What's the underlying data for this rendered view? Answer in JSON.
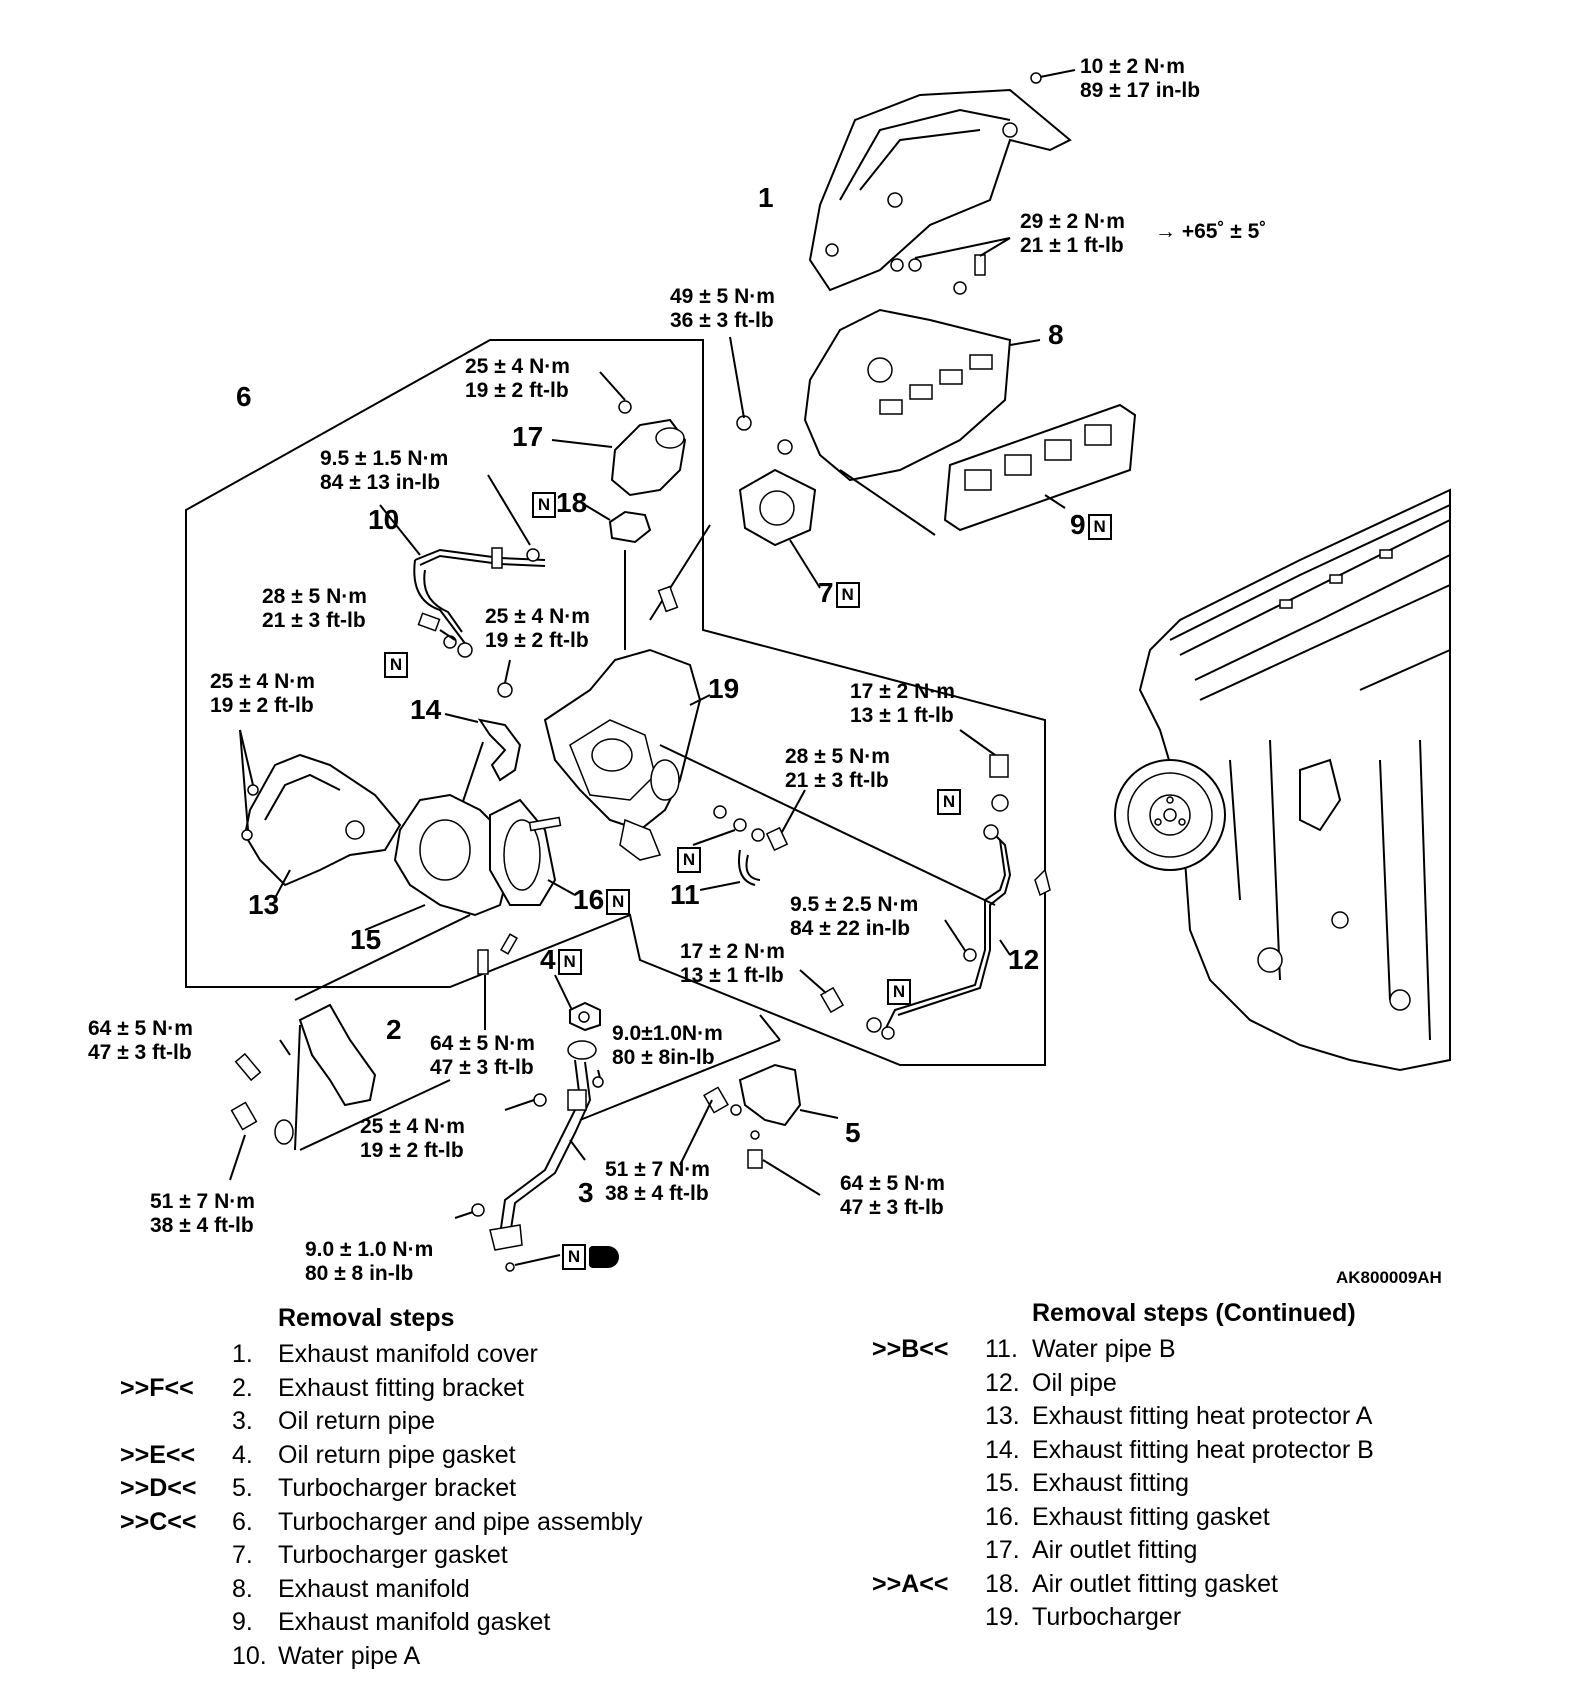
{
  "diagram": {
    "figure_code": "AK800009AH",
    "callouts": [
      {
        "id": "1",
        "label": "1"
      },
      {
        "id": "2",
        "label": "2"
      },
      {
        "id": "3",
        "label": "3"
      },
      {
        "id": "4",
        "label": "4"
      },
      {
        "id": "5",
        "label": "5"
      },
      {
        "id": "6",
        "label": "6"
      },
      {
        "id": "7",
        "label": "7"
      },
      {
        "id": "8",
        "label": "8"
      },
      {
        "id": "9",
        "label": "9"
      },
      {
        "id": "10",
        "label": "10"
      },
      {
        "id": "11",
        "label": "11"
      },
      {
        "id": "12",
        "label": "12"
      },
      {
        "id": "13",
        "label": "13"
      },
      {
        "id": "14",
        "label": "14"
      },
      {
        "id": "15",
        "label": "15"
      },
      {
        "id": "16",
        "label": "16"
      },
      {
        "id": "17",
        "label": "17"
      },
      {
        "id": "18",
        "label": "18"
      },
      {
        "id": "19",
        "label": "19"
      }
    ],
    "new_part_symbol": "N",
    "torque_specs": [
      {
        "metric": "10 ± 2 N·m",
        "imperial": "89 ± 17 in-lb"
      },
      {
        "metric": "29 ± 2 N·m",
        "imperial": "21 ± 1 ft-lb",
        "extra": "→ +65˚ ± 5˚"
      },
      {
        "metric": "49 ± 5 N·m",
        "imperial": "36 ± 3 ft-lb"
      },
      {
        "metric": "25 ± 4 N·m",
        "imperial": "19 ± 2 ft-lb"
      },
      {
        "metric": "9.5 ± 1.5 N·m",
        "imperial": "84 ± 13 in-lb"
      },
      {
        "metric": "28 ± 5 N·m",
        "imperial": "21 ± 3 ft-lb"
      },
      {
        "metric": "25 ± 4 N·m",
        "imperial": "19 ± 2 ft-lb"
      },
      {
        "metric": "25 ± 4 N·m",
        "imperial": "19 ± 2 ft-lb"
      },
      {
        "metric": "17 ± 2 N·m",
        "imperial": "13 ± 1 ft-lb"
      },
      {
        "metric": "28 ± 5 N·m",
        "imperial": "21 ± 3 ft-lb"
      },
      {
        "metric": "9.5 ± 2.5 N·m",
        "imperial": "84 ± 22 in-lb"
      },
      {
        "metric": "17 ± 2 N·m",
        "imperial": "13 ± 1 ft-lb"
      },
      {
        "metric": "64 ± 5 N·m",
        "imperial": "47 ± 3 ft-lb"
      },
      {
        "metric": "64 ± 5 N·m",
        "imperial": "47 ± 3 ft-lb"
      },
      {
        "metric": "9.0±1.0N·m",
        "imperial": "80 ± 8in-lb"
      },
      {
        "metric": "25 ± 4 N·m",
        "imperial": "19 ± 2 ft-lb"
      },
      {
        "metric": "51 ± 7 N·m",
        "imperial": "38 ± 4 ft-lb"
      },
      {
        "metric": "51 ± 7 N·m",
        "imperial": "38 ± 4 ft-lb"
      },
      {
        "metric": "64 ± 5 N·m",
        "imperial": "47 ± 3 ft-lb"
      },
      {
        "metric": "9.0 ± 1.0 N·m",
        "imperial": "80 ± 8 in-lb"
      }
    ]
  },
  "removal_steps": {
    "title": "Removal steps",
    "continued_title": "Removal steps (Continued)",
    "steps": [
      {
        "ref": "",
        "num": "1.",
        "text": "Exhaust manifold cover"
      },
      {
        "ref": ">>F<<",
        "num": "2.",
        "text": "Exhaust fitting bracket"
      },
      {
        "ref": "",
        "num": "3.",
        "text": "Oil return pipe"
      },
      {
        "ref": ">>E<<",
        "num": "4.",
        "text": "Oil return pipe gasket"
      },
      {
        "ref": ">>D<<",
        "num": "5.",
        "text": "Turbocharger bracket"
      },
      {
        "ref": ">>C<<",
        "num": "6.",
        "text": "Turbocharger and pipe assembly"
      },
      {
        "ref": "",
        "num": "7.",
        "text": "Turbocharger gasket"
      },
      {
        "ref": "",
        "num": "8.",
        "text": "Exhaust manifold"
      },
      {
        "ref": "",
        "num": "9.",
        "text": "Exhaust manifold gasket"
      },
      {
        "ref": "",
        "num": "10.",
        "text": "Water pipe A"
      }
    ],
    "steps_continued": [
      {
        "ref": ">>B<<",
        "num": "11.",
        "text": "Water pipe B"
      },
      {
        "ref": "",
        "num": "12.",
        "text": "Oil pipe"
      },
      {
        "ref": "",
        "num": "13.",
        "text": "Exhaust fitting heat protector A"
      },
      {
        "ref": "",
        "num": "14.",
        "text": "Exhaust fitting heat protector B"
      },
      {
        "ref": "",
        "num": "15.",
        "text": "Exhaust fitting"
      },
      {
        "ref": "",
        "num": "16.",
        "text": "Exhaust fitting gasket"
      },
      {
        "ref": "",
        "num": "17.",
        "text": "Air outlet fitting"
      },
      {
        "ref": ">>A<<",
        "num": "18.",
        "text": "Air outlet fitting gasket"
      },
      {
        "ref": "",
        "num": "19.",
        "text": "Turbocharger"
      }
    ]
  }
}
